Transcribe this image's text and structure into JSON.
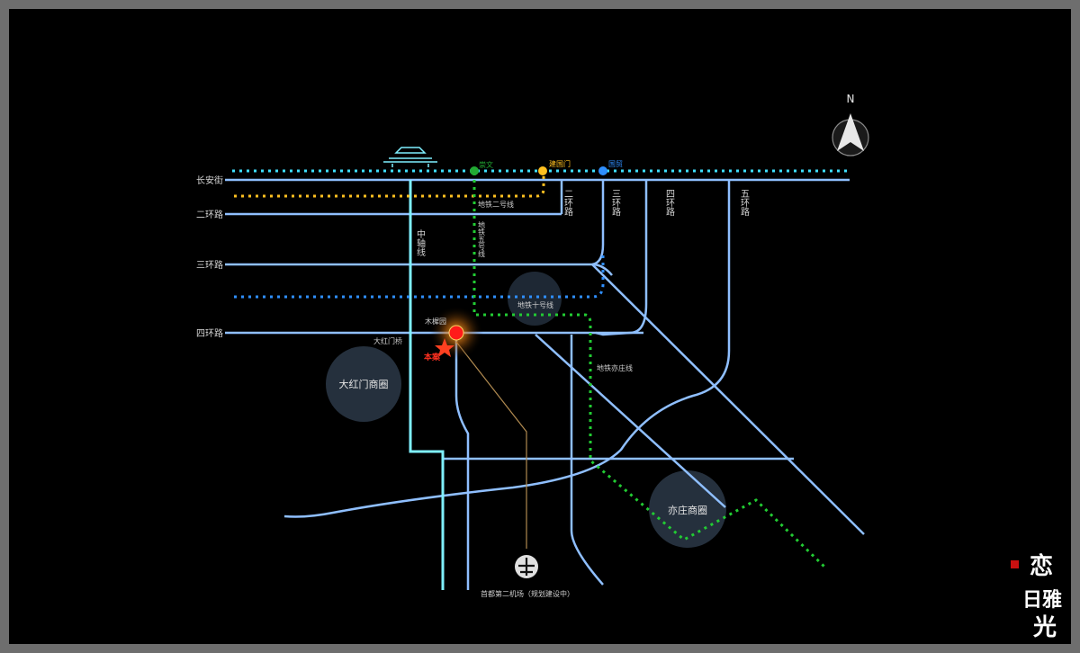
{
  "north_label": "N",
  "colors": {
    "road": "#8fbfff",
    "axis": "#7ff0ff",
    "line1": "#3fe0ff",
    "line2": "#ffc020",
    "line10": "#2f8fff",
    "line5": "#22cc33",
    "airport_line": "#b08a50",
    "project": "#ff2020"
  },
  "roads": {
    "changan": "长安街",
    "ring2": "二环路",
    "ring3": "三环路",
    "ring4": "四环路",
    "ring2_v": "二环路",
    "ring3_v": "三环路",
    "ring4_v": "四环路",
    "ring5_v": "五环路",
    "axis": "中轴线"
  },
  "metro": {
    "line2": "地铁二号线",
    "line5": "地铁五号线",
    "line10": "地铁十号线",
    "yizhuang": "地铁亦庄线"
  },
  "stations": {
    "s1": "崇文",
    "s2": "建国门",
    "s3": "国贸"
  },
  "bridges": {
    "muxiyuan": "木樨园",
    "dahongmen": "大红门桥",
    "project": "本案"
  },
  "districts": {
    "dahongmen": "大红门商圈",
    "yizhuang": "亦庄商圈"
  },
  "airport": "首都第二机场（规划建设中）",
  "brand": {
    "line1": "恋",
    "line2": "日雅",
    "line3": "光"
  }
}
